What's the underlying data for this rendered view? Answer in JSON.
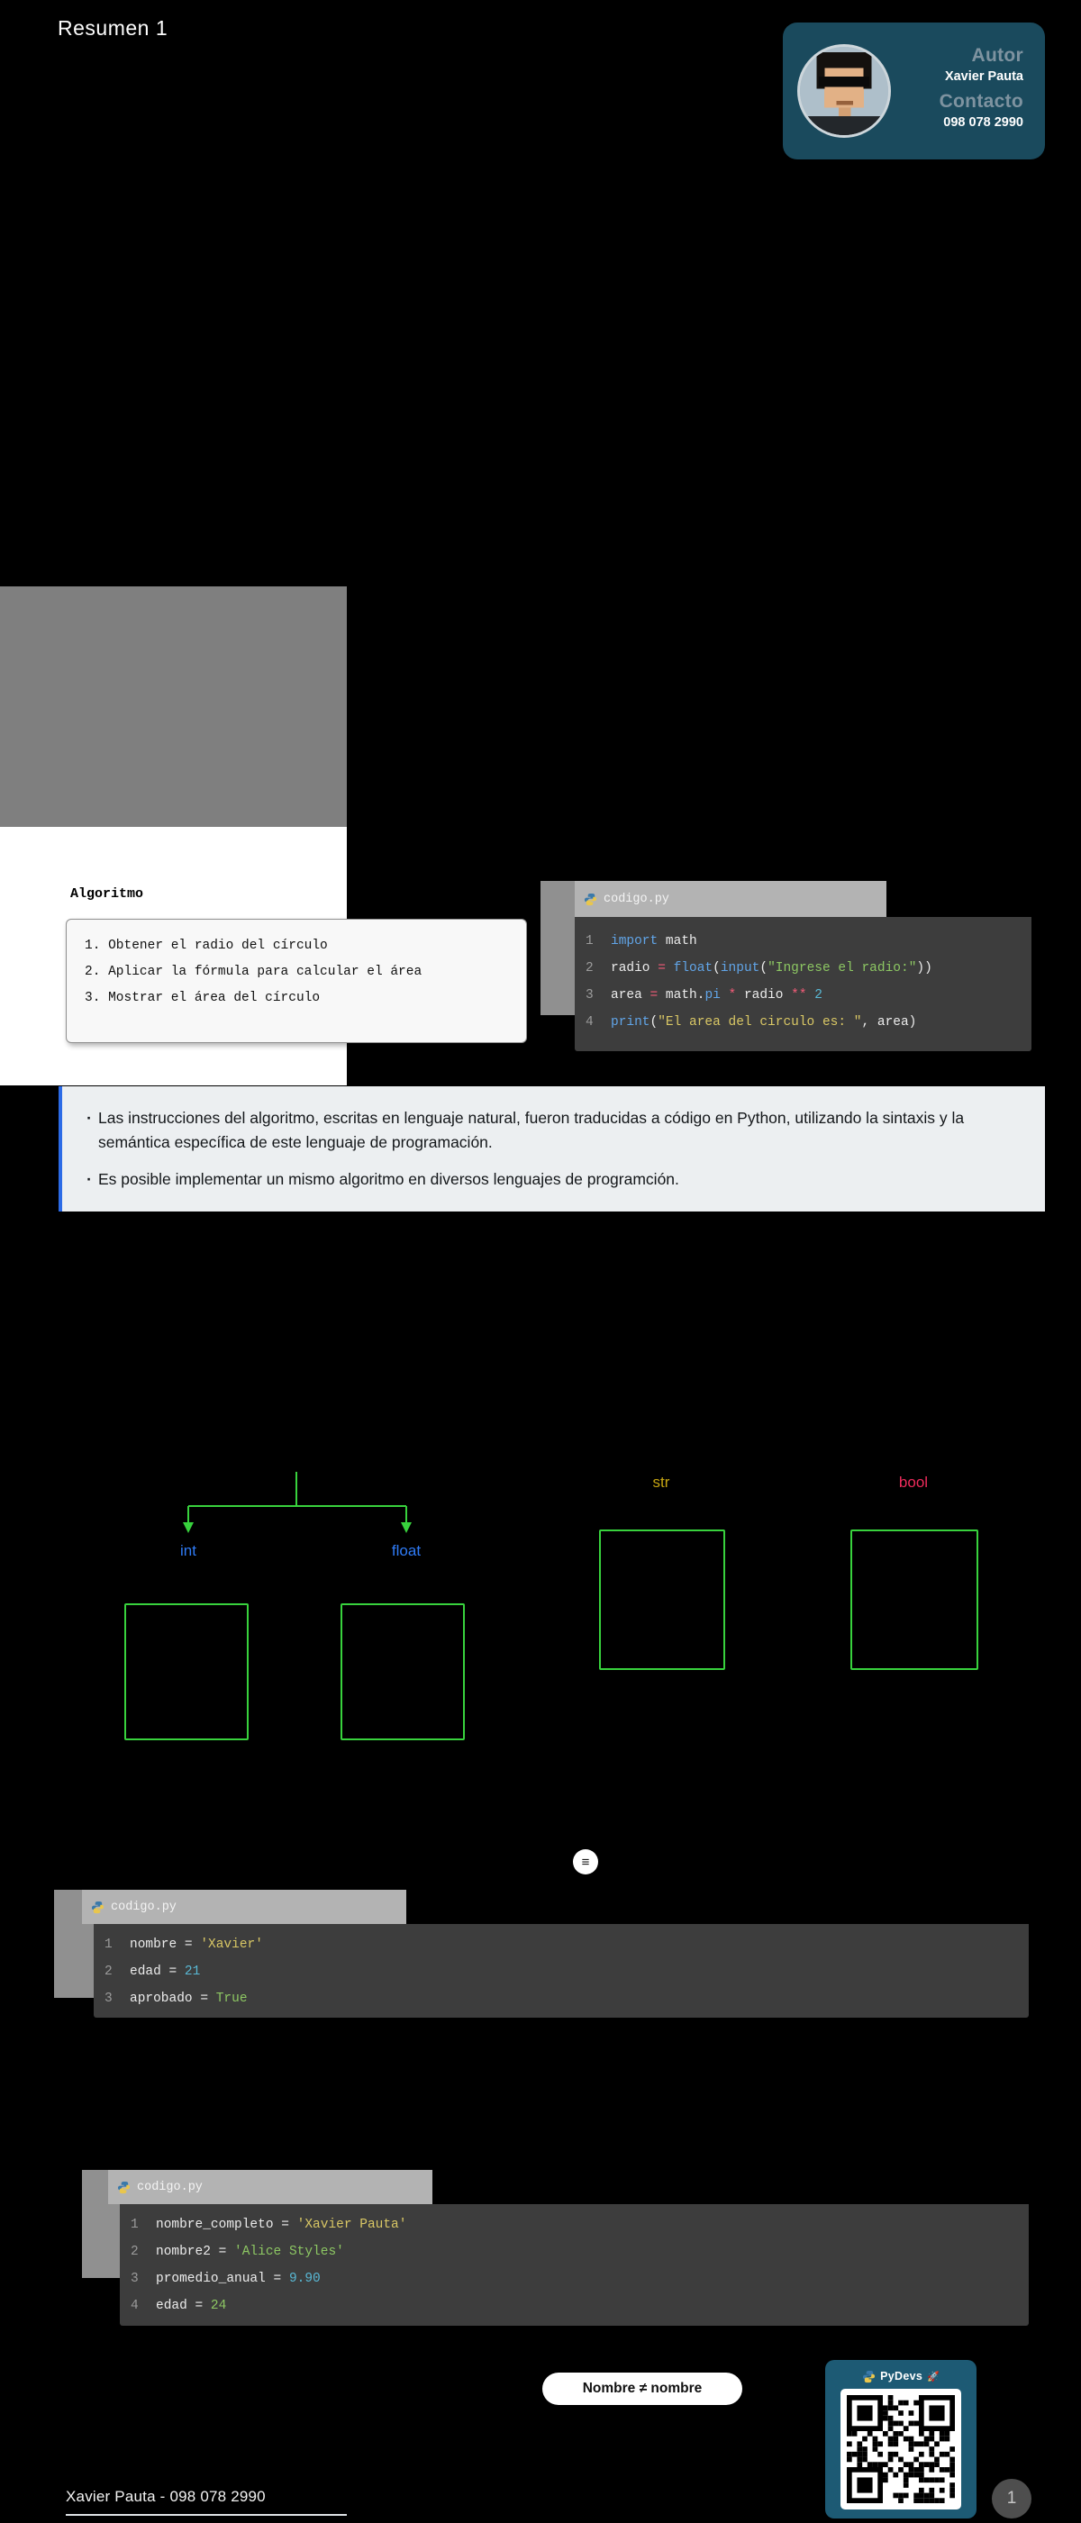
{
  "page": {
    "title": "Resumen 1",
    "footer_text": "Xavier Pauta - 098 078 2990",
    "page_number": "1",
    "toggle_icon": "≡"
  },
  "author_card": {
    "author_label": "Autor",
    "author_name": "Xavier Pauta",
    "contact_label": "Contacto",
    "contact_value": "098 078 2990"
  },
  "algorithm": {
    "label": "Algoritmo",
    "steps": [
      "1. Obtener el radio del círculo",
      "2. Aplicar la fórmula para calcular el área",
      "3. Mostrar el área del círculo"
    ]
  },
  "callout": {
    "accent_color": "#2c6be6",
    "bullets": [
      "Las instrucciones del algoritmo, escritas en lenguaje natural, fueron traducidas a código en Python, utilizando la sintaxis y la semántica específica de este lenguaje de programación.",
      "Es posible implementar un mismo algoritmo en diversos lenguajes de programción."
    ]
  },
  "code_windows": [
    {
      "filename": "codigo.py",
      "icon": "python-icon",
      "lines": [
        {
          "num": "1",
          "tokens": [
            [
              "import",
              "bl"
            ],
            [
              " math",
              "pl"
            ]
          ]
        },
        {
          "num": "2",
          "tokens": [
            [
              "radio ",
              "pl"
            ],
            [
              "= ",
              "rd"
            ],
            [
              "float",
              "bl"
            ],
            [
              "(",
              "pl"
            ],
            [
              "input",
              "bl"
            ],
            [
              "(",
              "pl"
            ],
            [
              "\"Ingrese el radio:\"",
              "gr"
            ],
            [
              "))",
              "pl"
            ]
          ]
        },
        {
          "num": "3",
          "tokens": [
            [
              "area ",
              "pl"
            ],
            [
              "= ",
              "rd"
            ],
            [
              "math.",
              "pl"
            ],
            [
              "pi",
              "bl"
            ],
            [
              " ",
              "pl"
            ],
            [
              "*",
              "rd"
            ],
            [
              " radio ",
              "pl"
            ],
            [
              "**",
              "rd"
            ],
            [
              " 2",
              "cy"
            ]
          ]
        },
        {
          "num": "4",
          "tokens": [
            [
              "print",
              "bl"
            ],
            [
              "(",
              "pl"
            ],
            [
              "\"El area del circulo es: \"",
              "yl"
            ],
            [
              ", area)",
              "pl"
            ]
          ]
        }
      ]
    },
    {
      "filename": "codigo.py",
      "icon": "python-icon",
      "lines": [
        {
          "num": "1",
          "tokens": [
            [
              "nombre ",
              "pl"
            ],
            [
              "= ",
              "pl"
            ],
            [
              "'Xavier'",
              "yl"
            ]
          ]
        },
        {
          "num": "2",
          "tokens": [
            [
              "edad ",
              "pl"
            ],
            [
              "= ",
              "pl"
            ],
            [
              "21",
              "cy"
            ]
          ]
        },
        {
          "num": "3",
          "tokens": [
            [
              "aprobado ",
              "pl"
            ],
            [
              "= ",
              "pl"
            ],
            [
              "True",
              "gr"
            ]
          ]
        }
      ]
    },
    {
      "filename": "codigo.py",
      "icon": "python-icon",
      "lines": [
        {
          "num": "1",
          "tokens": [
            [
              "nombre_completo ",
              "pl"
            ],
            [
              "= ",
              "pl"
            ],
            [
              "'Xavier Pauta'",
              "yl"
            ]
          ]
        },
        {
          "num": "2",
          "tokens": [
            [
              "nombre2 ",
              "pl"
            ],
            [
              "= ",
              "pl"
            ],
            [
              "'Alice Styles'",
              "gr"
            ]
          ]
        },
        {
          "num": "3",
          "tokens": [
            [
              "promedio_anual ",
              "pl"
            ],
            [
              "= ",
              "pl"
            ],
            [
              "9.90",
              "cy"
            ]
          ]
        },
        {
          "num": "4",
          "tokens": [
            [
              "edad ",
              "pl"
            ],
            [
              "= ",
              "pl"
            ],
            [
              "24",
              "gr"
            ]
          ]
        }
      ]
    }
  ],
  "diagram": {
    "line_color": "#38d23d",
    "labels": {
      "int": {
        "text": "int",
        "color": "#2f7bf6"
      },
      "float": {
        "text": "float",
        "color": "#2f7bf6"
      },
      "str": {
        "text": "str",
        "color": "#c6a512"
      },
      "bool": {
        "text": "bool",
        "color": "#ee2b5b"
      }
    }
  },
  "badge": {
    "text": "Nombre ≠ nombre"
  },
  "qr_card": {
    "title": "PyDevs",
    "emoji": "🚀"
  }
}
